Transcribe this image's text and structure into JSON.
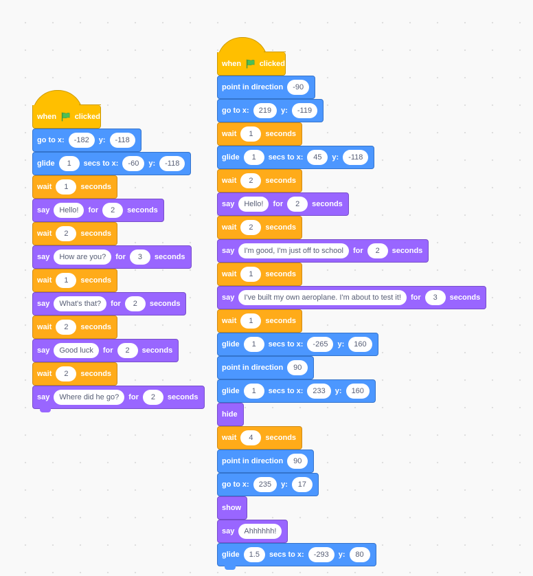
{
  "colors": {
    "motion": "#4c97ff",
    "control": "#ffab19",
    "looks": "#9966ff",
    "events": "#ffbf00",
    "flag": "#4cbf56"
  },
  "scripts": [
    {
      "hat": {
        "when": "when",
        "clicked": "clicked",
        "icon": "green-flag-icon"
      },
      "blocks": [
        {
          "cat": "motion",
          "parts": [
            {
              "t": "go to x:"
            },
            {
              "v": "-182"
            },
            {
              "t": "y:"
            },
            {
              "v": "-118"
            }
          ]
        },
        {
          "cat": "motion",
          "parts": [
            {
              "t": "glide"
            },
            {
              "v": "1"
            },
            {
              "t": "secs to x:"
            },
            {
              "v": "-60"
            },
            {
              "t": "y:"
            },
            {
              "v": "-118"
            }
          ]
        },
        {
          "cat": "control",
          "parts": [
            {
              "t": "wait"
            },
            {
              "v": "1"
            },
            {
              "t": "seconds"
            }
          ]
        },
        {
          "cat": "looks",
          "parts": [
            {
              "t": "say"
            },
            {
              "v": "Hello!"
            },
            {
              "t": "for"
            },
            {
              "v": "2"
            },
            {
              "t": "seconds"
            }
          ]
        },
        {
          "cat": "control",
          "parts": [
            {
              "t": "wait"
            },
            {
              "v": "2"
            },
            {
              "t": "seconds"
            }
          ]
        },
        {
          "cat": "looks",
          "parts": [
            {
              "t": "say"
            },
            {
              "v": "How are you?"
            },
            {
              "t": "for"
            },
            {
              "v": "3"
            },
            {
              "t": "seconds"
            }
          ]
        },
        {
          "cat": "control",
          "parts": [
            {
              "t": "wait"
            },
            {
              "v": "1"
            },
            {
              "t": "seconds"
            }
          ]
        },
        {
          "cat": "looks",
          "parts": [
            {
              "t": "say"
            },
            {
              "v": "What's that?"
            },
            {
              "t": "for"
            },
            {
              "v": "2"
            },
            {
              "t": "seconds"
            }
          ]
        },
        {
          "cat": "control",
          "parts": [
            {
              "t": "wait"
            },
            {
              "v": "2"
            },
            {
              "t": "seconds"
            }
          ]
        },
        {
          "cat": "looks",
          "parts": [
            {
              "t": "say"
            },
            {
              "v": "Good luck"
            },
            {
              "t": "for"
            },
            {
              "v": "2"
            },
            {
              "t": "seconds"
            }
          ]
        },
        {
          "cat": "control",
          "parts": [
            {
              "t": "wait"
            },
            {
              "v": "2"
            },
            {
              "t": "seconds"
            }
          ]
        },
        {
          "cat": "looks",
          "parts": [
            {
              "t": "say"
            },
            {
              "v": "Where did he go?"
            },
            {
              "t": "for"
            },
            {
              "v": "2"
            },
            {
              "t": "seconds"
            }
          ]
        }
      ]
    },
    {
      "hat": {
        "when": "when",
        "clicked": "clicked",
        "icon": "green-flag-icon"
      },
      "blocks": [
        {
          "cat": "motion",
          "parts": [
            {
              "t": "point in direction"
            },
            {
              "v": "-90"
            }
          ]
        },
        {
          "cat": "motion",
          "parts": [
            {
              "t": "go to x:"
            },
            {
              "v": "219"
            },
            {
              "t": "y:"
            },
            {
              "v": "-119"
            }
          ]
        },
        {
          "cat": "control",
          "parts": [
            {
              "t": "wait"
            },
            {
              "v": "1"
            },
            {
              "t": "seconds"
            }
          ]
        },
        {
          "cat": "motion",
          "parts": [
            {
              "t": "glide"
            },
            {
              "v": "1"
            },
            {
              "t": "secs to x:"
            },
            {
              "v": "45"
            },
            {
              "t": "y:"
            },
            {
              "v": "-118"
            }
          ]
        },
        {
          "cat": "control",
          "parts": [
            {
              "t": "wait"
            },
            {
              "v": "2"
            },
            {
              "t": "seconds"
            }
          ]
        },
        {
          "cat": "looks",
          "parts": [
            {
              "t": "say"
            },
            {
              "v": "Hello!"
            },
            {
              "t": "for"
            },
            {
              "v": "2"
            },
            {
              "t": "seconds"
            }
          ]
        },
        {
          "cat": "control",
          "parts": [
            {
              "t": "wait"
            },
            {
              "v": "2"
            },
            {
              "t": "seconds"
            }
          ]
        },
        {
          "cat": "looks",
          "parts": [
            {
              "t": "say"
            },
            {
              "v": "I'm good, I'm just off to school"
            },
            {
              "t": "for"
            },
            {
              "v": "2"
            },
            {
              "t": "seconds"
            }
          ]
        },
        {
          "cat": "control",
          "parts": [
            {
              "t": "wait"
            },
            {
              "v": "1"
            },
            {
              "t": "seconds"
            }
          ]
        },
        {
          "cat": "looks",
          "parts": [
            {
              "t": "say"
            },
            {
              "v": "I've built my own aeroplane. I'm about to test it!"
            },
            {
              "t": "for"
            },
            {
              "v": "3"
            },
            {
              "t": "seconds"
            }
          ]
        },
        {
          "cat": "control",
          "parts": [
            {
              "t": "wait"
            },
            {
              "v": "1"
            },
            {
              "t": "seconds"
            }
          ]
        },
        {
          "cat": "motion",
          "parts": [
            {
              "t": "glide"
            },
            {
              "v": "1"
            },
            {
              "t": "secs to x:"
            },
            {
              "v": "-265"
            },
            {
              "t": "y:"
            },
            {
              "v": "160"
            }
          ]
        },
        {
          "cat": "motion",
          "parts": [
            {
              "t": "point in direction"
            },
            {
              "v": "90"
            }
          ]
        },
        {
          "cat": "motion",
          "parts": [
            {
              "t": "glide"
            },
            {
              "v": "1"
            },
            {
              "t": "secs to x:"
            },
            {
              "v": "233"
            },
            {
              "t": "y:"
            },
            {
              "v": "160"
            }
          ]
        },
        {
          "cat": "looks",
          "parts": [
            {
              "t": "hide"
            }
          ]
        },
        {
          "cat": "control",
          "parts": [
            {
              "t": "wait"
            },
            {
              "v": "4"
            },
            {
              "t": "seconds"
            }
          ]
        },
        {
          "cat": "motion",
          "parts": [
            {
              "t": "point in direction"
            },
            {
              "v": "90"
            }
          ]
        },
        {
          "cat": "motion",
          "parts": [
            {
              "t": "go to x:"
            },
            {
              "v": "235"
            },
            {
              "t": "y:"
            },
            {
              "v": "17"
            }
          ]
        },
        {
          "cat": "looks",
          "parts": [
            {
              "t": "show"
            }
          ]
        },
        {
          "cat": "looks",
          "parts": [
            {
              "t": "say"
            },
            {
              "v": "Ahhhhhh!"
            }
          ]
        },
        {
          "cat": "motion",
          "parts": [
            {
              "t": "glide"
            },
            {
              "v": "1.5"
            },
            {
              "t": "secs to x:"
            },
            {
              "v": "-293"
            },
            {
              "t": "y:"
            },
            {
              "v": "80"
            }
          ]
        }
      ]
    }
  ]
}
